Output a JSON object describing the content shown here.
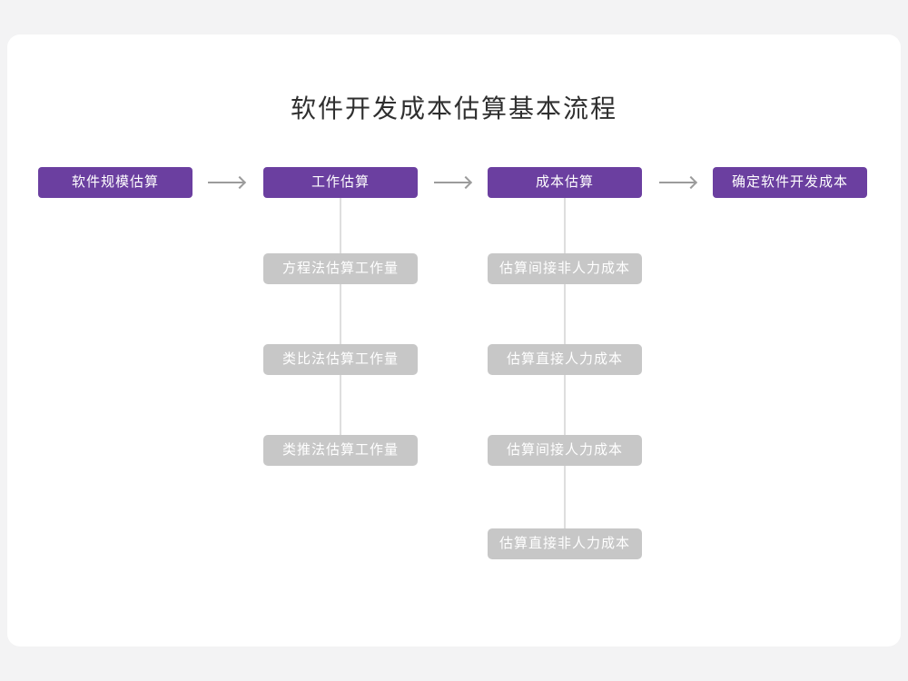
{
  "title": "软件开发成本估算基本流程",
  "colors": {
    "accent_purple": "#6b3fa0",
    "muted_gray": "#c7c7c7",
    "line_gray": "#dedede",
    "card_background": "#ffffff",
    "page_background": "#f3f3f4"
  },
  "flow": {
    "nodes": [
      {
        "label": "软件规模估算"
      },
      {
        "label": "工作估算"
      },
      {
        "label": "成本估算"
      },
      {
        "label": "确定软件开发成本"
      }
    ]
  },
  "columns": [
    {
      "parent": "工作估算",
      "items": [
        "方程法估算工作量",
        "类比法估算工作量",
        "类推法估算工作量"
      ]
    },
    {
      "parent": "成本估算",
      "items": [
        "估算间接非人力成本",
        "估算直接人力成本",
        "估算间接人力成本",
        "估算直接非人力成本"
      ]
    }
  ]
}
